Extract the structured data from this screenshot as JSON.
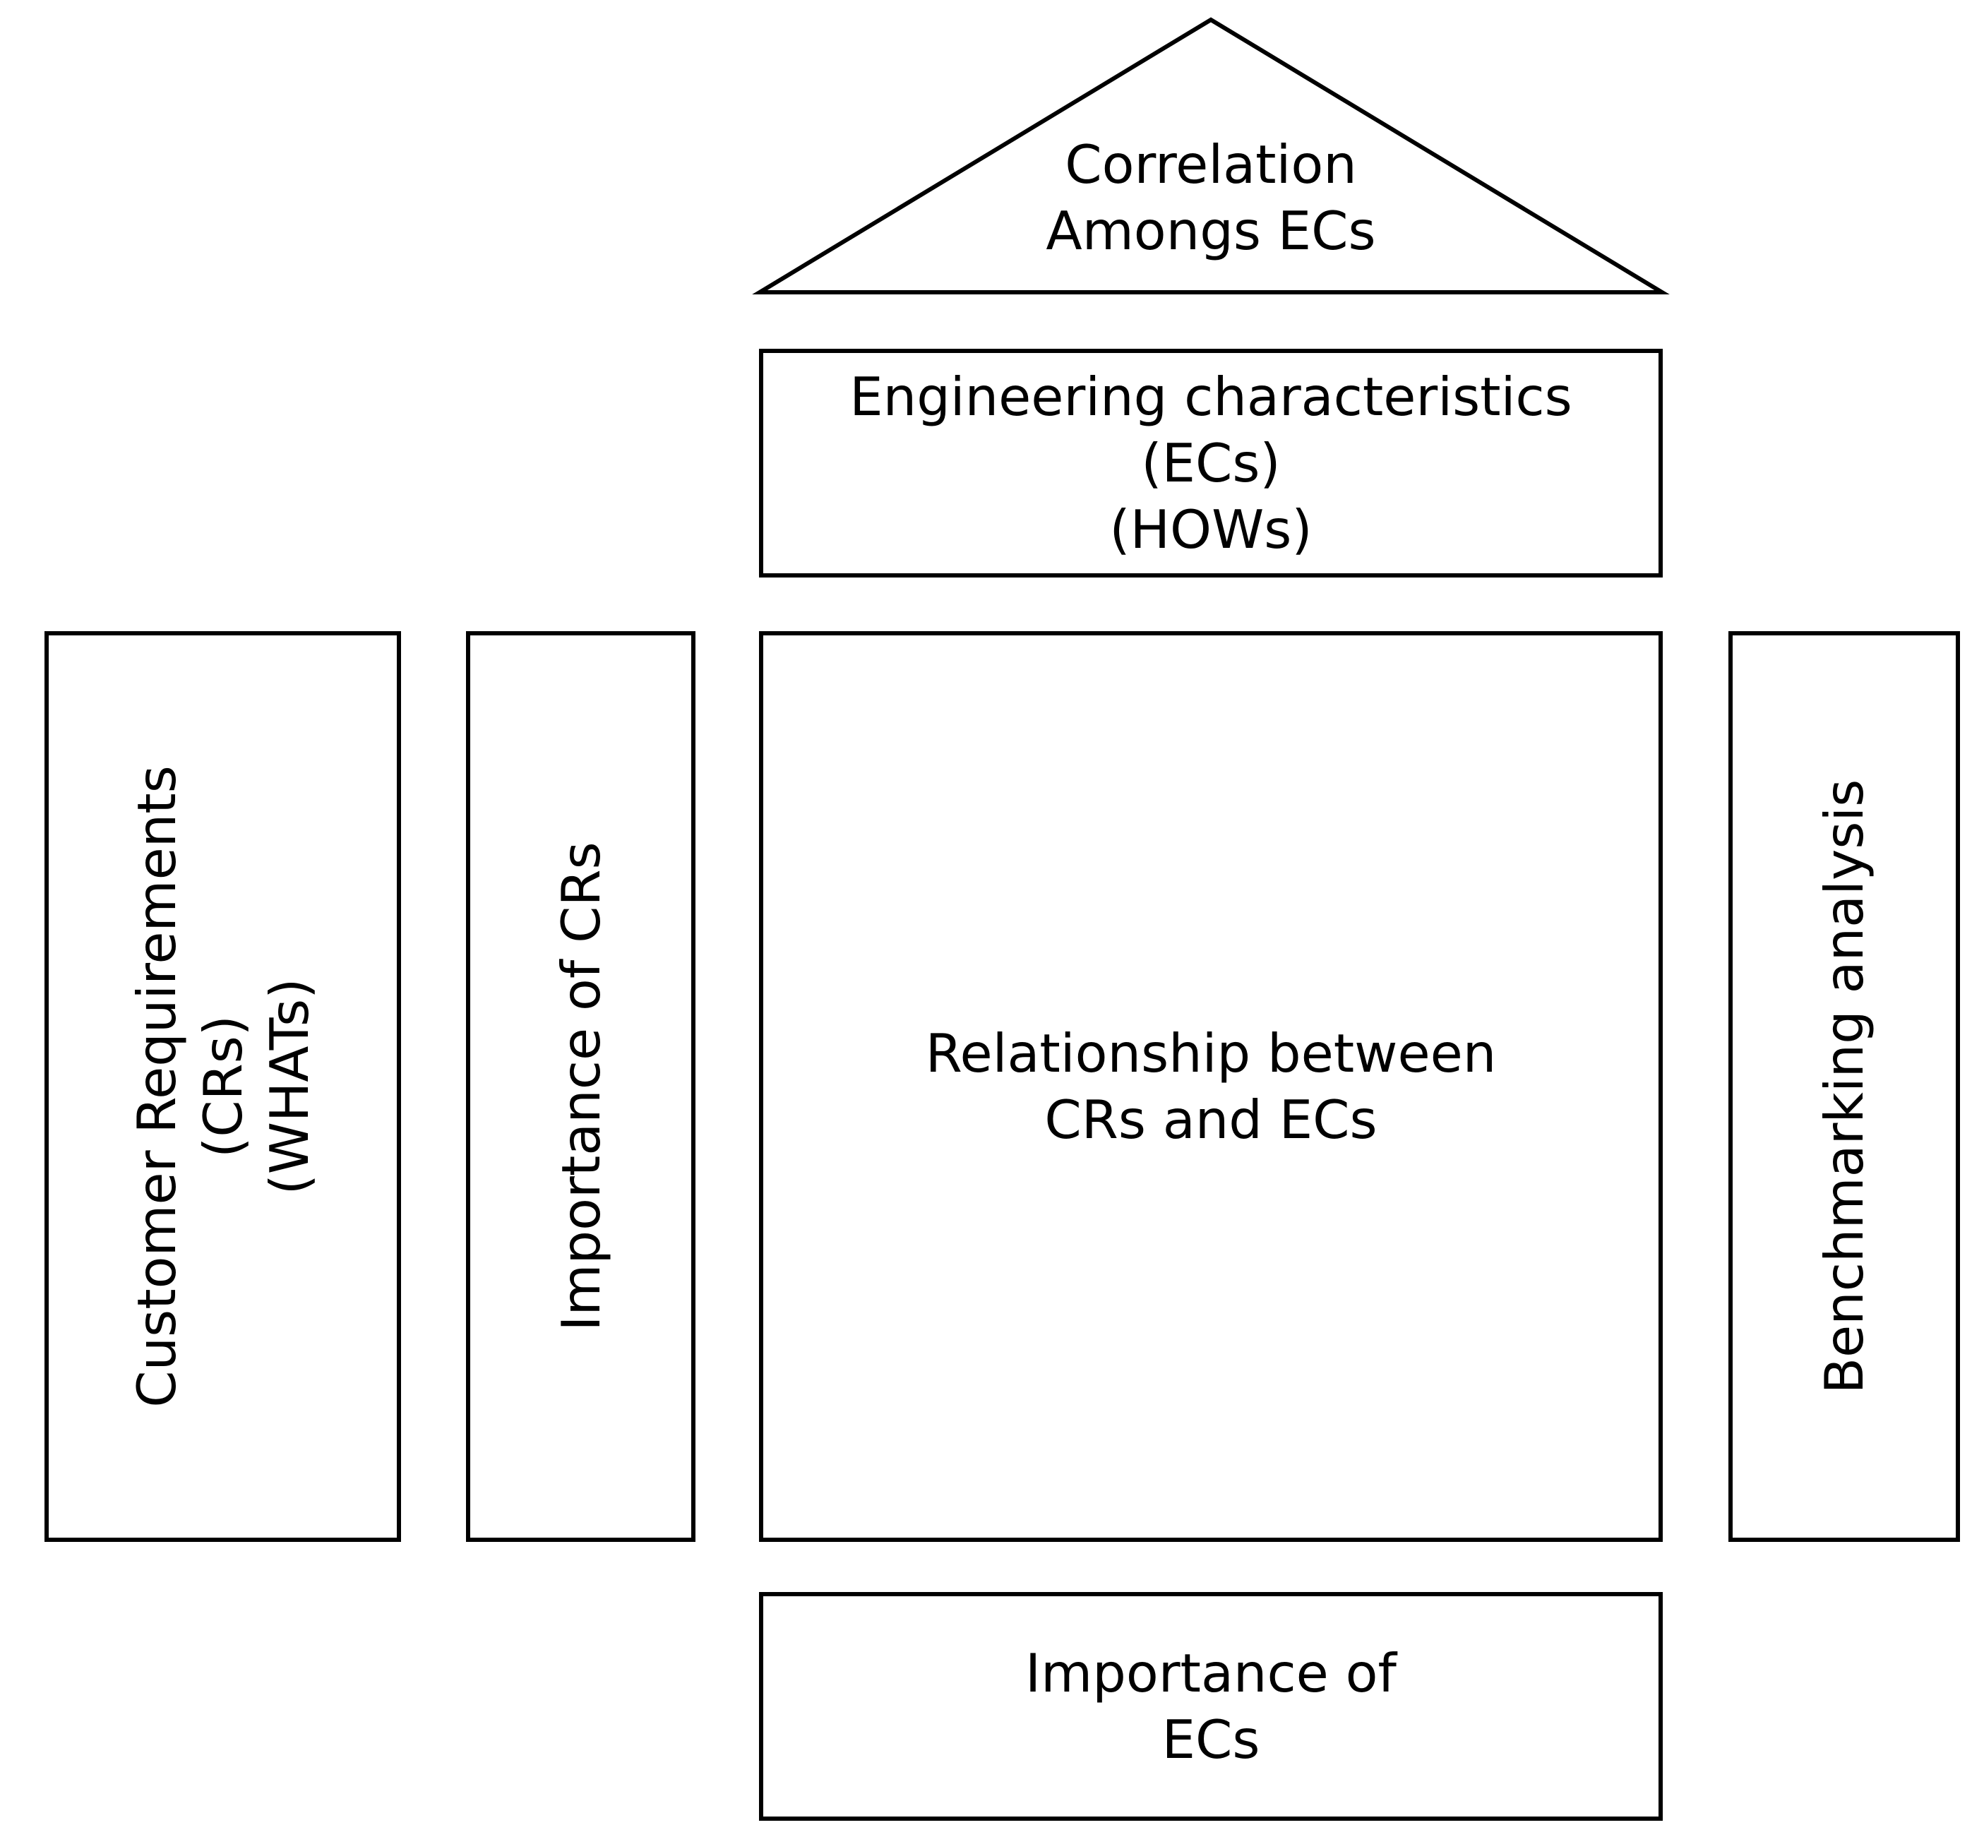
{
  "roof": {
    "lines": [
      "Correlation",
      "Amongs ECs"
    ]
  },
  "engineering_characteristics": {
    "lines": [
      "Engineering characteristics",
      "(ECs)",
      "(HOWs)"
    ]
  },
  "customer_requirements": {
    "lines": [
      "Customer Requirements",
      "(CRs)",
      "(WHATs)"
    ]
  },
  "importance_of_crs": {
    "lines": [
      "Importance of CRs"
    ]
  },
  "relationship_matrix": {
    "lines": [
      "Relationship between",
      "CRs and ECs"
    ]
  },
  "benchmarking": {
    "lines": [
      "Benchmarking analysis"
    ]
  },
  "importance_of_ecs": {
    "lines": [
      "Importance of",
      "ECs"
    ]
  },
  "colors": {
    "stroke": "#000000",
    "fill": "#ffffff"
  }
}
